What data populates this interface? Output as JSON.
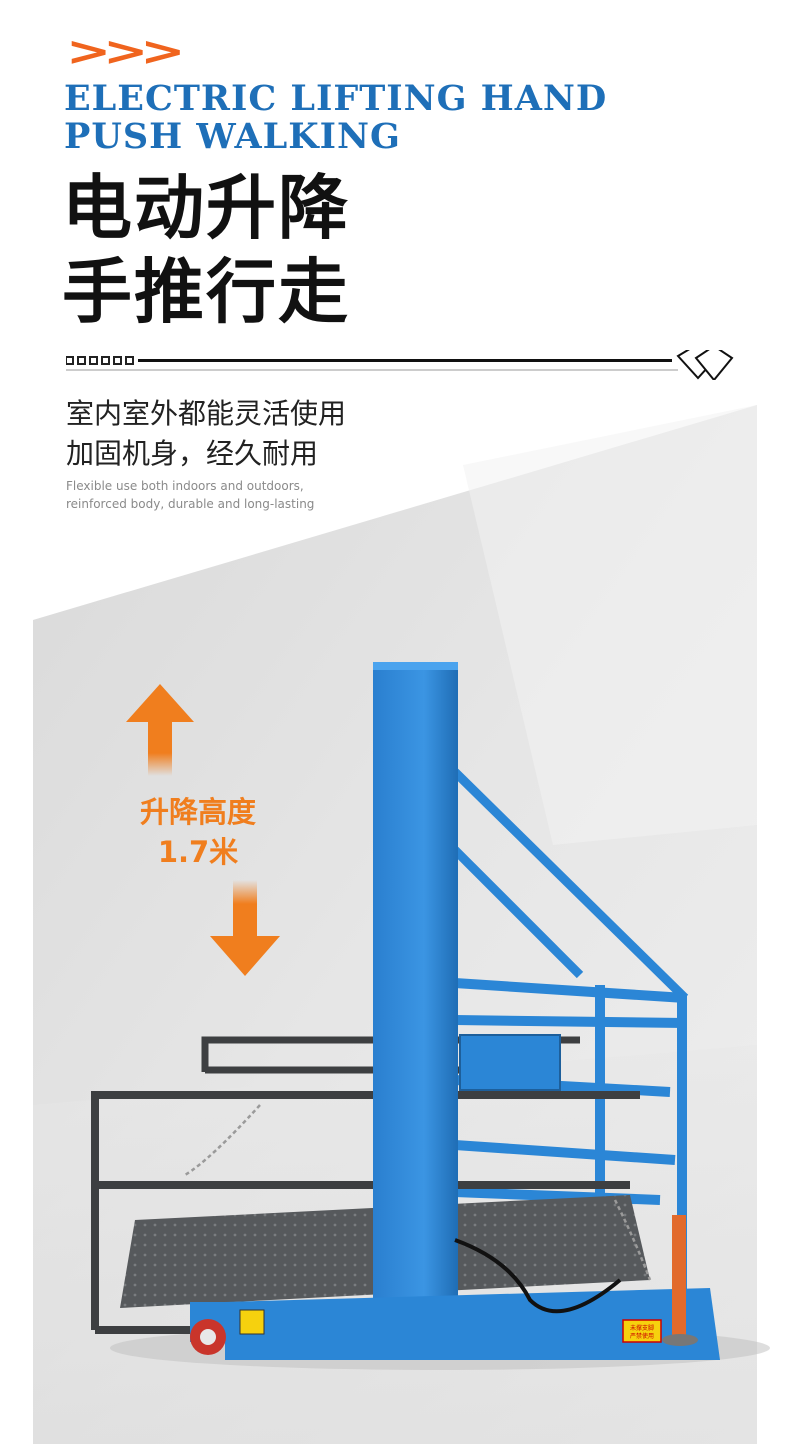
{
  "header": {
    "chevrons": ">>>",
    "title_en_line1": "ELECTRIC LIFTING HAND",
    "title_en_line2": "PUSH WALKING",
    "title_zh_line1": "电动升降",
    "title_zh_line2": "手推行走"
  },
  "features": {
    "zh_line1": "室内室外都能灵活使用",
    "zh_line2": "加固机身，经久耐用",
    "en_line1": "Flexible use both indoors and outdoors,",
    "en_line2": "reinforced body, durable and long-lasting"
  },
  "annotation": {
    "label_line1": "升降高度",
    "label_line2": "1.7米",
    "arrow_up_icon": "arrow-up-icon",
    "arrow_down_icon": "arrow-down-icon"
  },
  "decals": {
    "warning_line1": "未撑支脚",
    "warning_line2": "严禁使用"
  },
  "colors": {
    "accent_orange": "#f0641e",
    "title_blue": "#1e6fb8",
    "machine_blue": "#2b86d6",
    "frame_dark": "#3d3f41"
  }
}
